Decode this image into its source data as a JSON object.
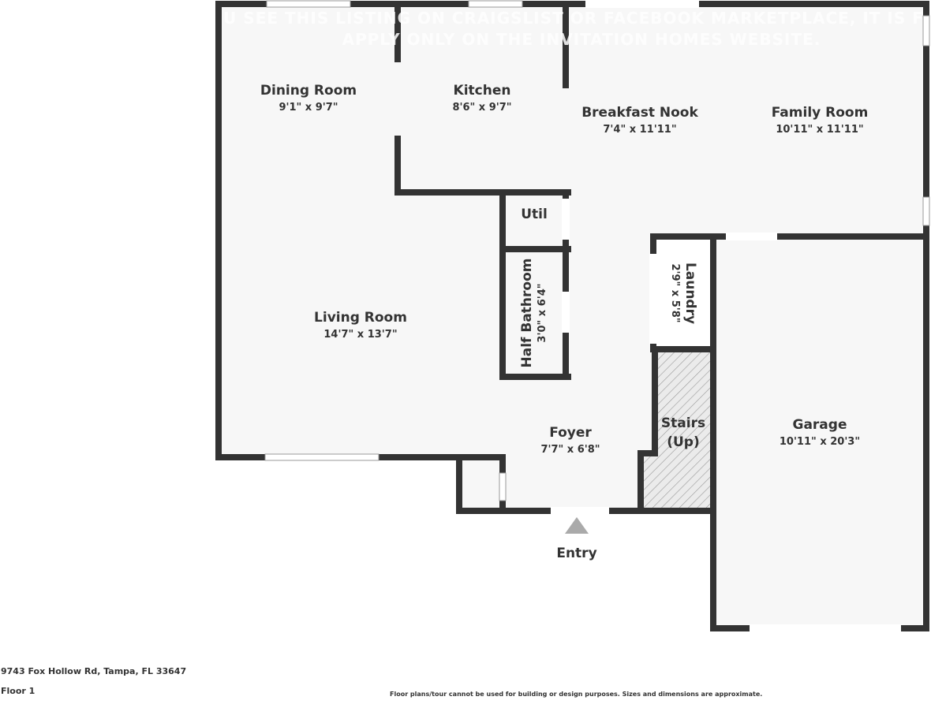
{
  "watermark": {
    "line1": "U SEE THIS LISTING ON CRAIGSLIST OR FACEBOOK MARKETPLACE, IT IS F",
    "line2": "APPLY ONLY ON THE INVITATION HOMES WEBSITE."
  },
  "rooms": [
    {
      "name": "Dining Room",
      "dim": "9'1\" x 9'7\""
    },
    {
      "name": "Kitchen",
      "dim": "8'6\" x 9'7\""
    },
    {
      "name": "Breakfast Nook",
      "dim": "7'4\" x 11'11\""
    },
    {
      "name": "Family Room",
      "dim": "10'11\" x 11'11\""
    },
    {
      "name": "Util",
      "dim": ""
    },
    {
      "name": "Half Bathroom",
      "dim": "3'0\" x 6'4\""
    },
    {
      "name": "Laundry",
      "dim": "2'9\" x 5'8\""
    },
    {
      "name": "Living Room",
      "dim": "14'7\" x 13'7\""
    },
    {
      "name": "Stairs",
      "dim": "(Up)"
    },
    {
      "name": "Foyer",
      "dim": "7'7\" x 6'8\""
    },
    {
      "name": "Garage",
      "dim": "10'11\" x 20'3\""
    }
  ],
  "entry_label": "Entry",
  "address": "9743 Fox Hollow Rd, Tampa, FL 33647",
  "floor": "Floor 1",
  "disclaimer": "Floor plans/tour cannot be used for building or design purposes. Sizes and dimensions are approximate.",
  "colors": {
    "wall": "#333333",
    "floor": "#f7f7f7",
    "entry_arrow": "#aaaaaa"
  }
}
